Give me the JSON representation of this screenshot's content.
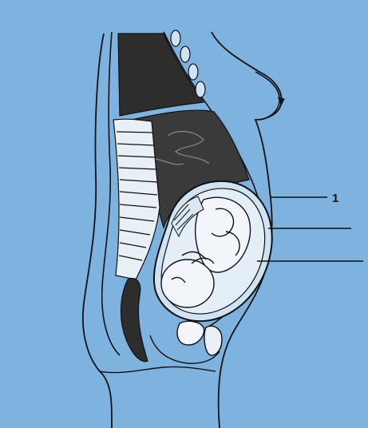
{
  "background_color": "#7fb3df",
  "ink_color": "#111111",
  "labels": {
    "callout_1": "1"
  },
  "callouts": [
    {
      "id": "callout_1",
      "has_number": true
    },
    {
      "id": "callout_2",
      "has_number": false
    },
    {
      "id": "callout_3",
      "has_number": false
    }
  ]
}
